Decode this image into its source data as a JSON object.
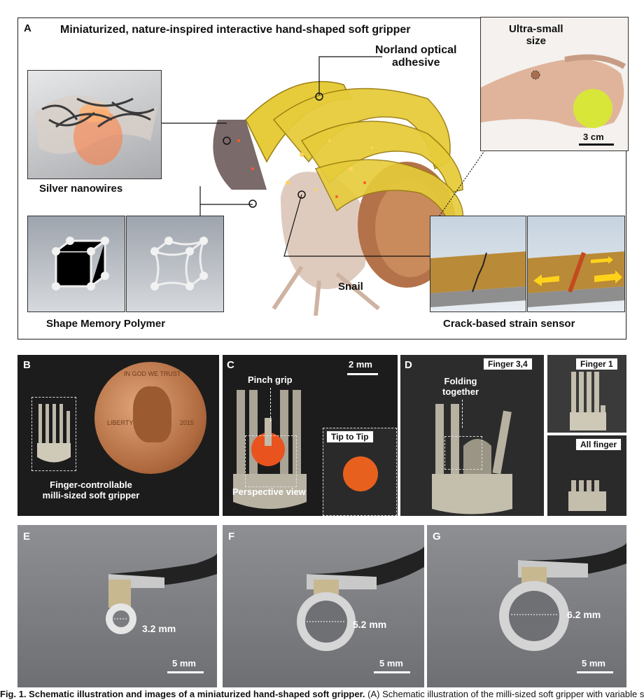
{
  "panelA": {
    "letter": "A",
    "title": "Miniaturized, nature-inspired interactive hand-shaped soft gripper",
    "silver_nanowires": "Silver nanowires",
    "shape_memory_polymer": "Shape Memory Polymer",
    "norland_line1": "Norland optical",
    "norland_line2": "adhesive",
    "snail": "Snail",
    "crack_sensor": "Crack-based strain sensor",
    "ultra_small_line1": "Ultra-small",
    "ultra_small_line2": "size",
    "scale": "3 cm"
  },
  "panelB": {
    "letter": "B",
    "caption_line1": "Finger-controllable",
    "caption_line2": "milli-sized soft gripper",
    "coin_top": "IN GOD WE TRUST",
    "coin_liberty": "LIBERTY",
    "coin_year": "2015"
  },
  "panelC": {
    "letter": "C",
    "scale": "2 mm",
    "pinch": "Pinch grip",
    "perspective": "Perspective view",
    "tip": "Tip to Tip"
  },
  "panelD": {
    "letter": "D",
    "finger34": "Finger 3,4",
    "folding_line1": "Folding",
    "folding_line2": "together",
    "finger1": "Finger 1",
    "allfinger": "All finger"
  },
  "panelE": {
    "letter": "E",
    "measure": "3.2 mm",
    "scale": "5 mm"
  },
  "panelF": {
    "letter": "F",
    "measure": "5.2 mm",
    "scale": "5 mm"
  },
  "panelG": {
    "letter": "G",
    "measure": "6.2 mm",
    "scale": "5 mm"
  },
  "caption": {
    "bold": "Fig. 1. Schematic illustration and images of a miniaturized hand-shaped soft gripper.",
    "rest": " (A) Schematic illustration of the milli-sized soft gripper with variable stiff"
  }
}
